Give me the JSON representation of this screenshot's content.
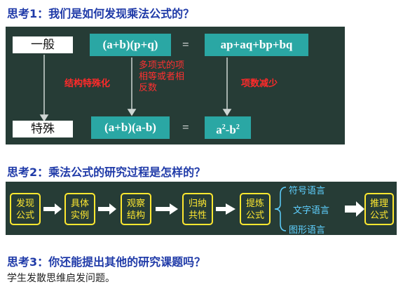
{
  "q1": {
    "label": "思考1：",
    "text": "我们是如何发现乘法公式的？"
  },
  "q2": {
    "label": "思考2：",
    "text": "乘法公式的研究过程是怎样的？"
  },
  "q3": {
    "label": "思考3：",
    "text": "你还能提出其他的研究课题吗？"
  },
  "panel1": {
    "general": "一般",
    "special": "特殊",
    "expr_general": "(a+b)(p+q)",
    "eq": "=",
    "result_general": "ap+aq+bp+bq",
    "expr_special": "(a+b)(a-b)",
    "result_special_base_a": "a",
    "result_special_exp": "2",
    "result_special_minus_b": "-b",
    "annot_structure": "结构特殊化",
    "annot_terms_line1": "多项式的项",
    "annot_terms_line2": "相等或者相",
    "annot_terms_line3": "反数",
    "annot_reduce": "项数减少"
  },
  "panel2": {
    "steps": [
      {
        "l1": "发现",
        "l2": "公式"
      },
      {
        "l1": "具体",
        "l2": "实例"
      },
      {
        "l1": "观察",
        "l2": "结构"
      },
      {
        "l1": "归纳",
        "l2": "共性"
      },
      {
        "l1": "提炼",
        "l2": "公式"
      }
    ],
    "languages": [
      "符号语言",
      "文字语言",
      "图形语言"
    ],
    "final": {
      "l1": "推理",
      "l2": "公式"
    }
  },
  "footer": "学生发散思维启发问题。"
}
